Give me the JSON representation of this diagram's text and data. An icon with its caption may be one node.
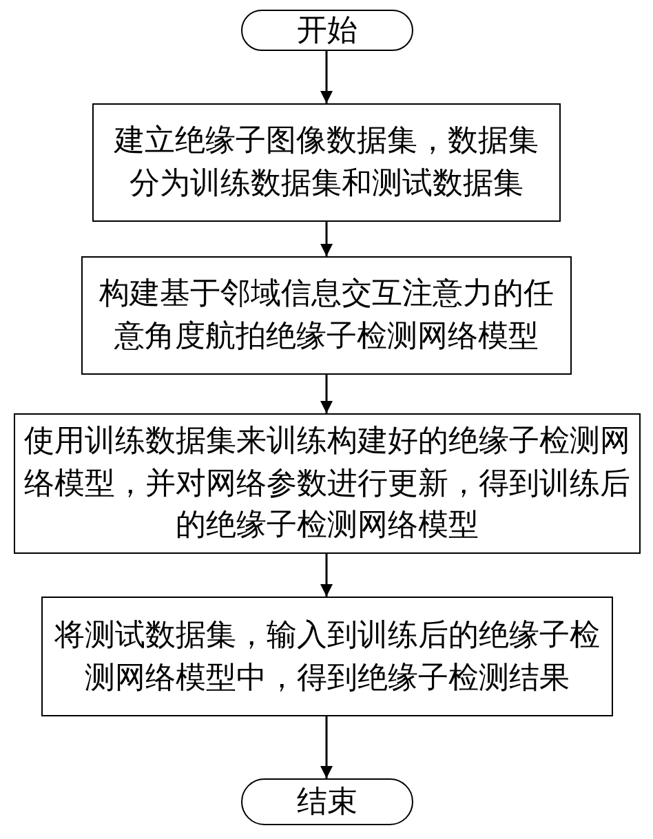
{
  "diagram": {
    "nodes": [
      {
        "text": [
          "开始"
        ]
      },
      {
        "text": [
          "建立绝缘子图像数据集，数据集分为训练数据集和测试数据集"
        ]
      },
      {
        "text": [
          "构建基于邻域信息交互注意力的任意角度航拍绝缘子检测网络模型"
        ]
      },
      {
        "text": [
          "使用训练数据集来训练构建好的绝缘子检测网络模型，并对网络参数进行更新，得到训练后的绝缘子检测网络模型"
        ]
      },
      {
        "text": [
          "将测试数据集，输入到训练后的绝缘子检测网络模型中，得到绝缘子检测结果"
        ]
      },
      {
        "text": [
          "结束"
        ]
      }
    ],
    "edges": [
      {
        "from": 0,
        "to": 1,
        "arrow": "to"
      },
      {
        "from": 1,
        "to": 2,
        "arrow": "to"
      },
      {
        "from": 2,
        "to": 3,
        "arrow": "to"
      },
      {
        "from": 3,
        "to": 4,
        "arrow": "to"
      },
      {
        "from": 4,
        "to": 5,
        "arrow": "to"
      }
    ]
  }
}
